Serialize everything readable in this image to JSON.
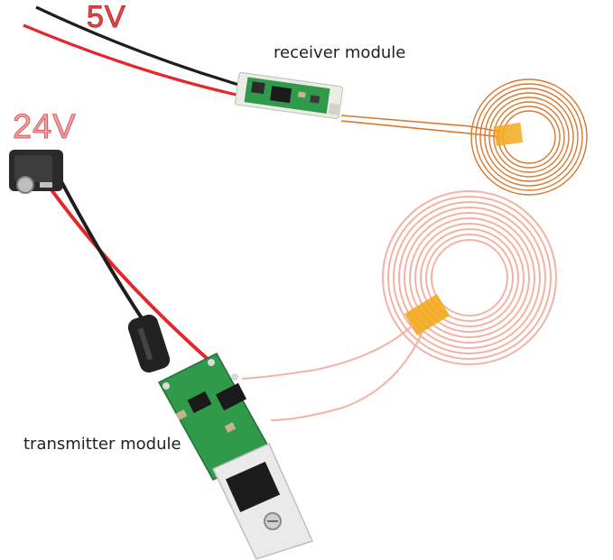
{
  "labels": {
    "output_voltage": "5V",
    "input_voltage": "24V",
    "receiver": "receiver module",
    "transmitter": "transmitter module"
  },
  "colors": {
    "red_wire": "#e8262a",
    "black_wire": "#1e1e1e",
    "pcb_green": "#2f9a4a",
    "coil_copper": "#d9772f",
    "coil_pink": "#f2b3a6",
    "kapton_tape": "#f3a91c",
    "label_red": "#e64a4a",
    "label_pink": "#f1a3a3"
  },
  "icons": [
    "dc-jack-connector-icon",
    "inductor-icon",
    "voltage-regulator-icon",
    "copper-coil-icon"
  ]
}
